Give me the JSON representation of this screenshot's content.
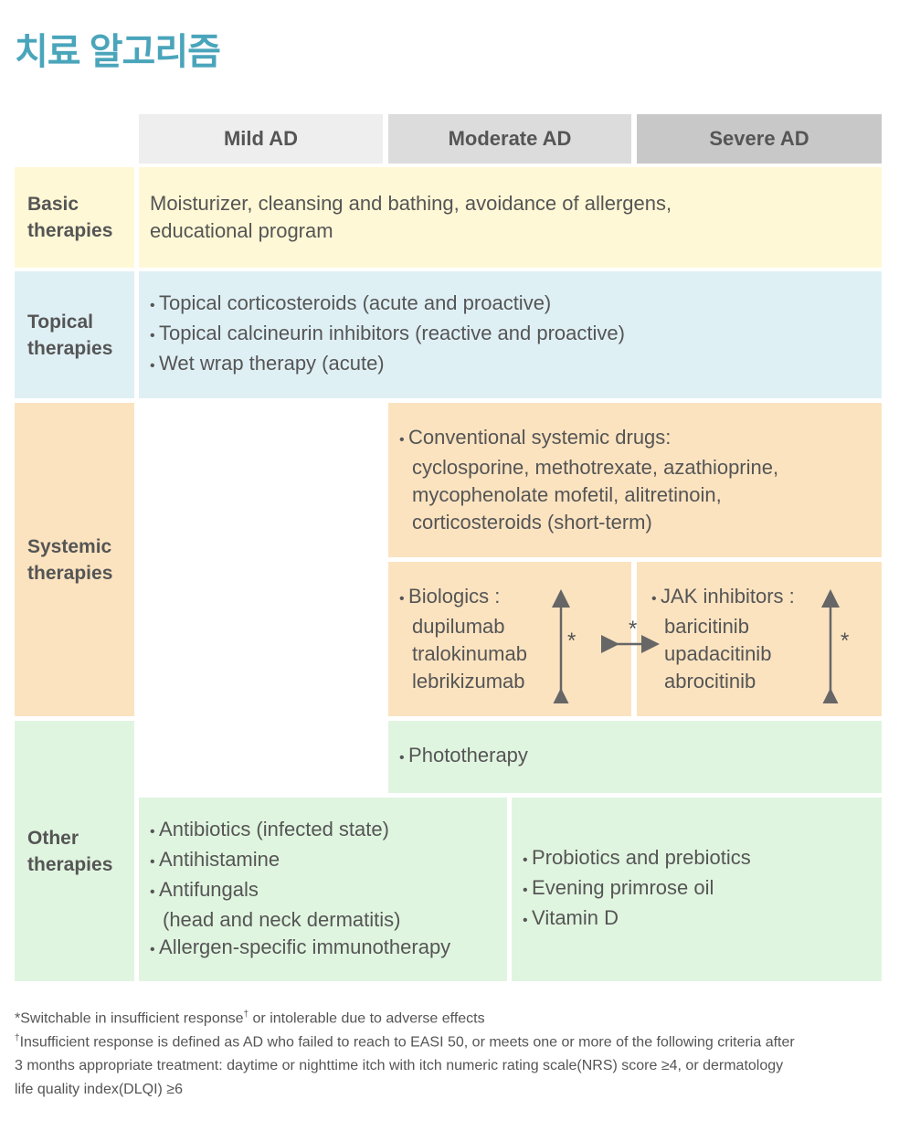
{
  "title": "치료 알고리즘",
  "headers": [
    "Mild AD",
    "Moderate AD",
    "Severe AD"
  ],
  "rows": {
    "basic": {
      "label1": "Basic",
      "label2": "therapies",
      "text1": "Moisturizer, cleansing and bathing, avoidance of allergens,",
      "text2": "educational program"
    },
    "topical": {
      "label1": "Topical",
      "label2": "therapies",
      "items": [
        "Topical corticosteroids (acute and proactive)",
        "Topical calcineurin inhibitors (reactive and proactive)",
        "Wet wrap therapy (acute)"
      ]
    },
    "systemic": {
      "label1": "Systemic",
      "label2": "therapies",
      "conventional": {
        "head": "Conventional systemic drugs:",
        "lines": [
          "cyclosporine, methotrexate, azathioprine,",
          "mycophenolate mofetil, alitretinoin,",
          "corticosteroids (short-term)"
        ]
      },
      "biologics": {
        "head": "Biologics :",
        "lines": [
          "dupilumab",
          "tralokinumab",
          "lebrikizumab"
        ]
      },
      "jak": {
        "head": "JAK inhibitors :",
        "lines": [
          "baricitinib",
          "upadacitinib",
          "abrocitinib"
        ]
      },
      "star": "*"
    },
    "other": {
      "label1": "Other",
      "label2": "therapies",
      "phototherapy": "Phototherapy",
      "left": [
        "Antibiotics (infected state)",
        "Antihistamine",
        "Antifungals",
        "(head and neck dermatitis)",
        "Allergen-specific immunotherapy"
      ],
      "right": [
        "Probiotics and prebiotics",
        "Evening primrose oil",
        "Vitamin D"
      ]
    }
  },
  "notes": {
    "n1a": "*Switchable in insufficient response",
    "dagger": "†",
    "n1b": " or intolerable due to adverse effects",
    "n2": "Insufficient response is defined as AD who failed to reach to EASI 50, or meets one or more of the following criteria after",
    "n3": "3 months appropriate treatment: daytime or nighttime itch with itch numeric rating scale(NRS) score ≥4, or dermatology",
    "n4": "life quality index(DLQI) ≥6"
  },
  "colors": {
    "title": "#4aa5bb",
    "basic": "#fff8d6",
    "topical": "#dff0f5",
    "systemic": "#fbe3c0",
    "other": "#e0f5e0"
  }
}
